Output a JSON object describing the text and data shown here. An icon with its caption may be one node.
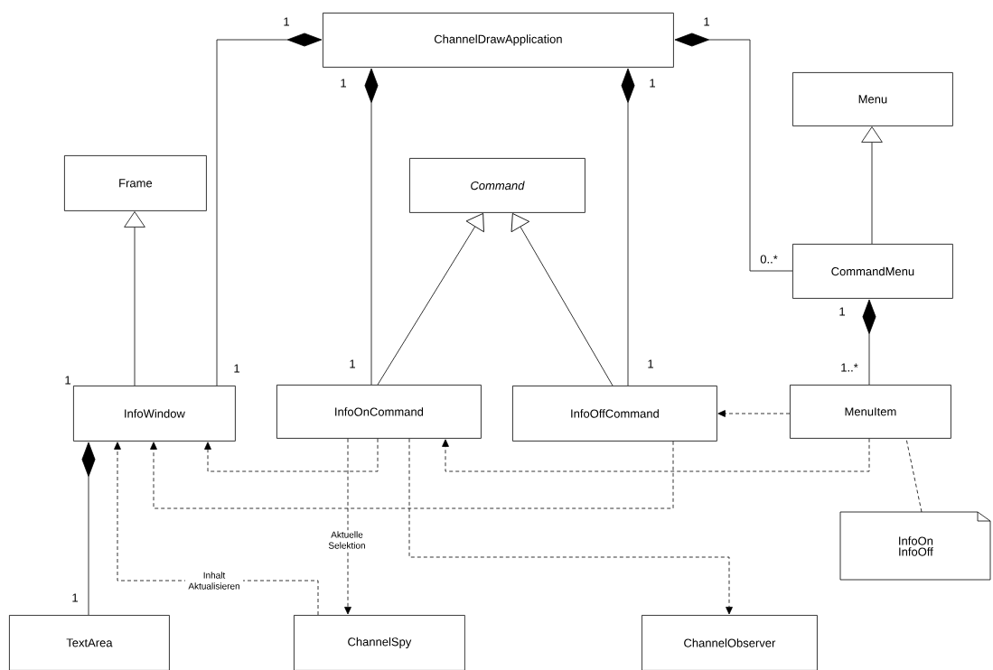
{
  "diagram": {
    "nodes": [
      {
        "text": [
          "ChannelDrawApplication"
        ]
      },
      {
        "text": [
          "Menu"
        ]
      },
      {
        "text": [
          "Frame"
        ]
      },
      {
        "text": [
          "Command"
        ]
      },
      {
        "text": [
          "CommandMenu"
        ]
      },
      {
        "text": [
          "InfoWindow"
        ]
      },
      {
        "text": [
          "InfoOnCommand"
        ]
      },
      {
        "text": [
          "InfoOffCommand"
        ]
      },
      {
        "text": [
          "MenuItem"
        ]
      },
      {
        "text": [
          "InfoOn InfoOff"
        ]
      },
      {
        "text": [
          "TextArea"
        ]
      },
      {
        "text": [
          "ChannelSpy"
        ]
      },
      {
        "text": [
          "ChannelObserver"
        ]
      }
    ],
    "edges": [
      {
        "from": 5,
        "to": 0,
        "arrow": "other"
      },
      {
        "from": 6,
        "to": 0,
        "arrow": "other"
      },
      {
        "from": 7,
        "to": 0,
        "arrow": "other"
      },
      {
        "from": 4,
        "to": 0,
        "arrow": "other"
      },
      {
        "from": 4,
        "to": 1,
        "arrow": "to"
      },
      {
        "from": 5,
        "to": 2,
        "arrow": "to"
      },
      {
        "from": 6,
        "to": 3,
        "arrow": "to"
      },
      {
        "from": 7,
        "to": 3,
        "arrow": "to"
      },
      {
        "from": 8,
        "to": 4,
        "arrow": "other"
      },
      {
        "from": 8,
        "to": 7,
        "arrow": "to",
        "style": "dashed"
      },
      {
        "from": 6,
        "to": 5,
        "arrow": "to",
        "style": "dashed"
      },
      {
        "from": 7,
        "to": 5,
        "arrow": "to",
        "style": "dashed"
      },
      {
        "from": 8,
        "to": 6,
        "arrow": "to",
        "style": "dashed"
      },
      {
        "from": 6,
        "to": 11,
        "arrow": "to",
        "style": "dashed",
        "label": "Aktuelle Selektion"
      },
      {
        "from": 6,
        "to": 12,
        "arrow": "to",
        "style": "dashed"
      },
      {
        "from": 11,
        "to": 5,
        "arrow": "to",
        "style": "dashed",
        "label": "Inhalt Aktualisieren"
      },
      {
        "from": 10,
        "to": 5,
        "arrow": "other"
      },
      {
        "from": 9,
        "to": 8,
        "arrow": "none",
        "style": "dashed"
      }
    ],
    "labels": [
      "1",
      "1",
      "1",
      "1",
      "0..*",
      "1",
      "1",
      "1",
      "1",
      "1..*",
      "1",
      "1"
    ]
  }
}
